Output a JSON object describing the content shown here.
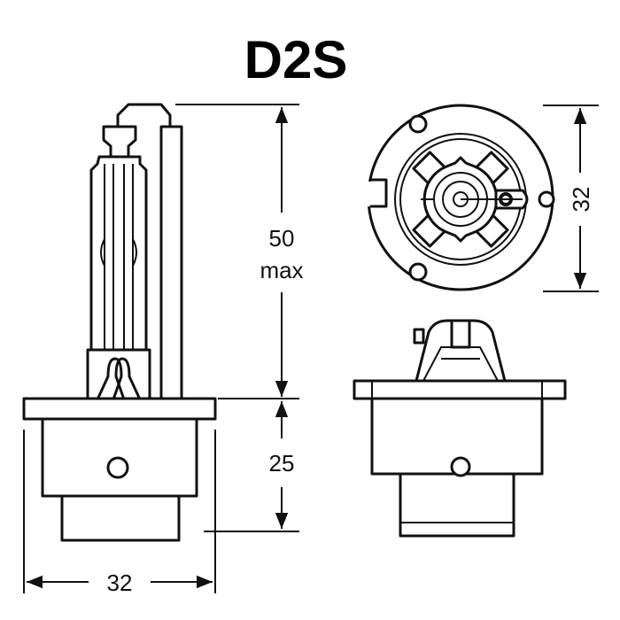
{
  "title": "D2S",
  "dimensions": {
    "height_upper_value": "50",
    "height_upper_suffix": "max",
    "height_lower_value": "25",
    "width_bottom": "32",
    "diameter_top_view": "32"
  },
  "colors": {
    "line": "#111111",
    "background": "#ffffff"
  }
}
